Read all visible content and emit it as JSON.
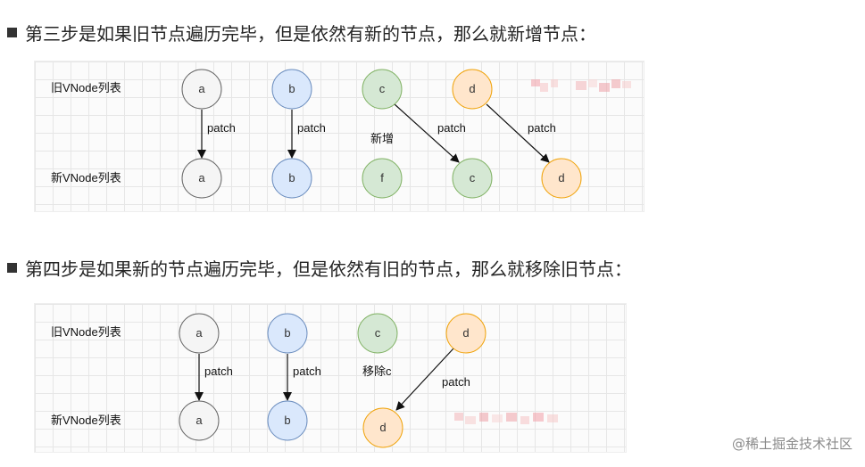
{
  "step3": {
    "heading": "第三步是如果旧节点遍历完毕，但是依然有新的节点，那么就新增节点：",
    "row_old": "旧VNode列表",
    "row_new": "新VNode列表",
    "old_nodes": [
      "a",
      "b",
      "c",
      "d"
    ],
    "new_nodes": [
      "a",
      "b",
      "f",
      "c",
      "d"
    ],
    "edge_labels": [
      "patch",
      "patch",
      "patch",
      "patch"
    ],
    "annotation": "新增"
  },
  "step4": {
    "heading": "第四步是如果新的节点遍历完毕，但是依然有旧的节点，那么就移除旧节点：",
    "row_old": "旧VNode列表",
    "row_new": "新VNode列表",
    "old_nodes": [
      "a",
      "b",
      "c",
      "d"
    ],
    "new_nodes": [
      "a",
      "b",
      "d"
    ],
    "edge_labels": [
      "patch",
      "patch",
      "patch"
    ],
    "annotation": "移除c"
  },
  "colors": {
    "gray_fill": "#f5f5f5",
    "gray_stroke": "#666666",
    "blue_fill": "#dae8fc",
    "blue_stroke": "#6c8ebf",
    "green_fill": "#d5e8d4",
    "green_stroke": "#82b366",
    "orange_fill": "#ffe6cc",
    "orange_stroke": "#f0a30a"
  },
  "watermark": "@稀土掘金技术社区"
}
